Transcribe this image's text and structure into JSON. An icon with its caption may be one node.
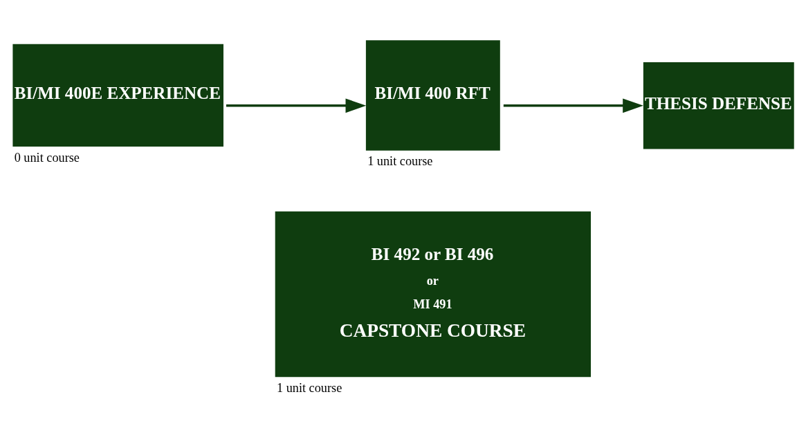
{
  "diagram": {
    "nodes": [
      {
        "text": [
          "BI/MI 400E EXPERIENCE"
        ],
        "beside": [
          "0 unit course"
        ]
      },
      {
        "text": [
          "BI/MI 400 RFT"
        ],
        "beside": [
          "1 unit course"
        ]
      },
      {
        "text": [
          "THESIS DEFENSE"
        ]
      },
      {
        "text": [
          "BI 492 or BI 496",
          "or",
          "MI 491",
          "CAPSTONE COURSE"
        ],
        "beside": [
          "1 unit course"
        ]
      }
    ],
    "edges": [
      {
        "from": 0,
        "to": 1,
        "arrow": "to"
      },
      {
        "from": 1,
        "to": 2,
        "arrow": "to"
      }
    ]
  }
}
